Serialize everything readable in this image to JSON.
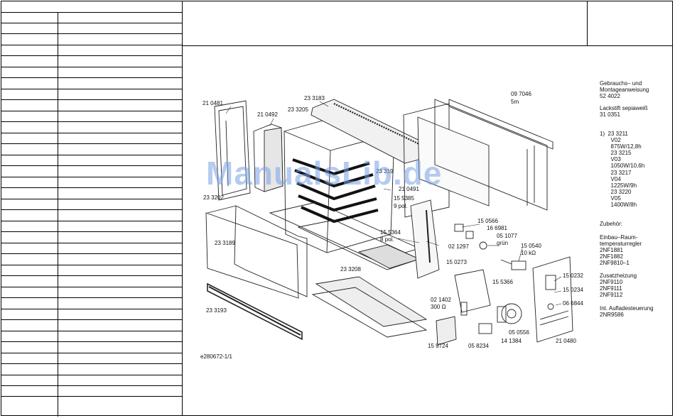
{
  "drawing_code": "e280672-1/1",
  "watermark": "ManualsLib.de",
  "part_labels": {
    "p210481": "21 0481",
    "p210492": "21 0492",
    "p233183": "23 3183",
    "p233205": "23 3205",
    "p097046": "09 7046",
    "p5m": "5m",
    "p23319x": "23 319",
    "p210491": "21 0491",
    "p155385": "15 5385",
    "p9pol": "9 pol.",
    "p233202": "23 3202",
    "p150566": "15 0566",
    "p166981": "16 6981",
    "p155364": "15 5364",
    "p8pol": "8 pol.",
    "p051077": "05 1077",
    "pgruen": "grün",
    "p233189": "23 3189",
    "p021297": "02 1297",
    "p150540": "15 0540",
    "p10kohm": "10 kΩ",
    "p233208": "23 3208",
    "p150273": "15 0273",
    "p150232": "15 0232",
    "p150234": "15 0234",
    "p155366": "15 5366",
    "p066844": "06 6844",
    "p233193": "23 3193",
    "p021402": "02 1402",
    "p300ohm": "300 Ω",
    "p050556": "05 0556",
    "p141384": "14 1384",
    "p210480": "21 0480",
    "p159724": "15 9724",
    "p058234": "05 8234"
  },
  "notes": {
    "l1": "Gebrauchs– und",
    "l2": "Montageanweisung",
    "l3": "52 4022",
    "l4": "Lackstift sepiaweiß",
    "l5": "31 0351",
    "v1": "1)  23 3211",
    "v2": "       V02",
    "v3": "       875W/12,8h",
    "v4": "       23 3215",
    "v5": "       V03",
    "v6": "       1050W/10,6h",
    "v7": "       23 3217",
    "v8": "       V04",
    "v9": "       1225W/9h",
    "v10": "       23 3220",
    "v11": "       V05",
    "v12": "       1400W/8h",
    "z0": "Zubehör:",
    "z1": "Einbau–Raum-",
    "z2": "temperaturregler",
    "z3": "2NF1881",
    "z4": "2NF1882",
    "z5": "2NF9810–1",
    "z6": "Zusatzheizung",
    "z7": "2NF9110",
    "z8": "2NF9111",
    "z9": "2NF9112",
    "z10": "Int. Aufladesteuerung",
    "z11": "2NR9586"
  }
}
